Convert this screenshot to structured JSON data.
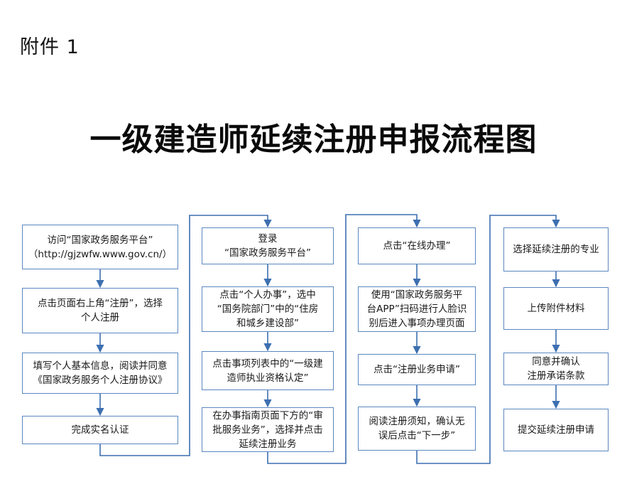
{
  "header": {
    "attachment_label": "附件 1"
  },
  "title": "一级建造师延续注册申报流程图",
  "colors": {
    "connector": "#3d6fb0",
    "box_border": "#5b87c0",
    "text": "#1a1a1a"
  },
  "columns": [
    {
      "steps": [
        "访问“国家政务服务平台”\n（http://gjzwfw.www.gov.cn/）",
        "点击页面右上角“注册”，选择\n个人注册",
        "填写个人基本信息，阅读并同意\n《国家政务服务个人注册协议》",
        "完成实名认证"
      ]
    },
    {
      "steps": [
        "登录\n“国家政务服务平台”",
        "点击“个人办事”，选中\n“国务院部门”中的“住房\n和城乡建设部”",
        "点击事项列表中的“一级建\n造师执业资格认定”",
        "在办事指南页面下方的“审\n批服务业务”，选择并点击\n延续注册业务"
      ]
    },
    {
      "steps": [
        "点击“在线办理”",
        "使用“国家政务服务平\n台APP”扫码进行人脸识\n别后进入事项办理页面",
        "点击“注册业务申请”",
        "阅读注册须知，确认无\n误后点击“下一步”"
      ]
    },
    {
      "steps": [
        "选择延续注册的专业",
        "上传附件材料",
        "同意并确认\n注册承诺条款",
        "提交延续注册申请"
      ]
    }
  ]
}
